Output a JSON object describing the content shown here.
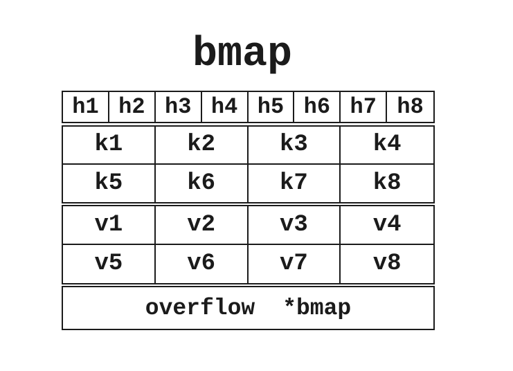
{
  "title": "bmap",
  "colors": {
    "ink": "#1b1b1b",
    "background": "#ffffff"
  },
  "bucket": {
    "tophash_cells": [
      "h1",
      "h2",
      "h3",
      "h4",
      "h5",
      "h6",
      "h7",
      "h8"
    ],
    "key_rows": [
      [
        "k1",
        "k2",
        "k3",
        "k4"
      ],
      [
        "k5",
        "k6",
        "k7",
        "k8"
      ]
    ],
    "value_rows": [
      [
        "v1",
        "v2",
        "v3",
        "v4"
      ],
      [
        "v5",
        "v6",
        "v7",
        "v8"
      ]
    ],
    "overflow": {
      "label": "overflow",
      "type": "*bmap"
    }
  }
}
